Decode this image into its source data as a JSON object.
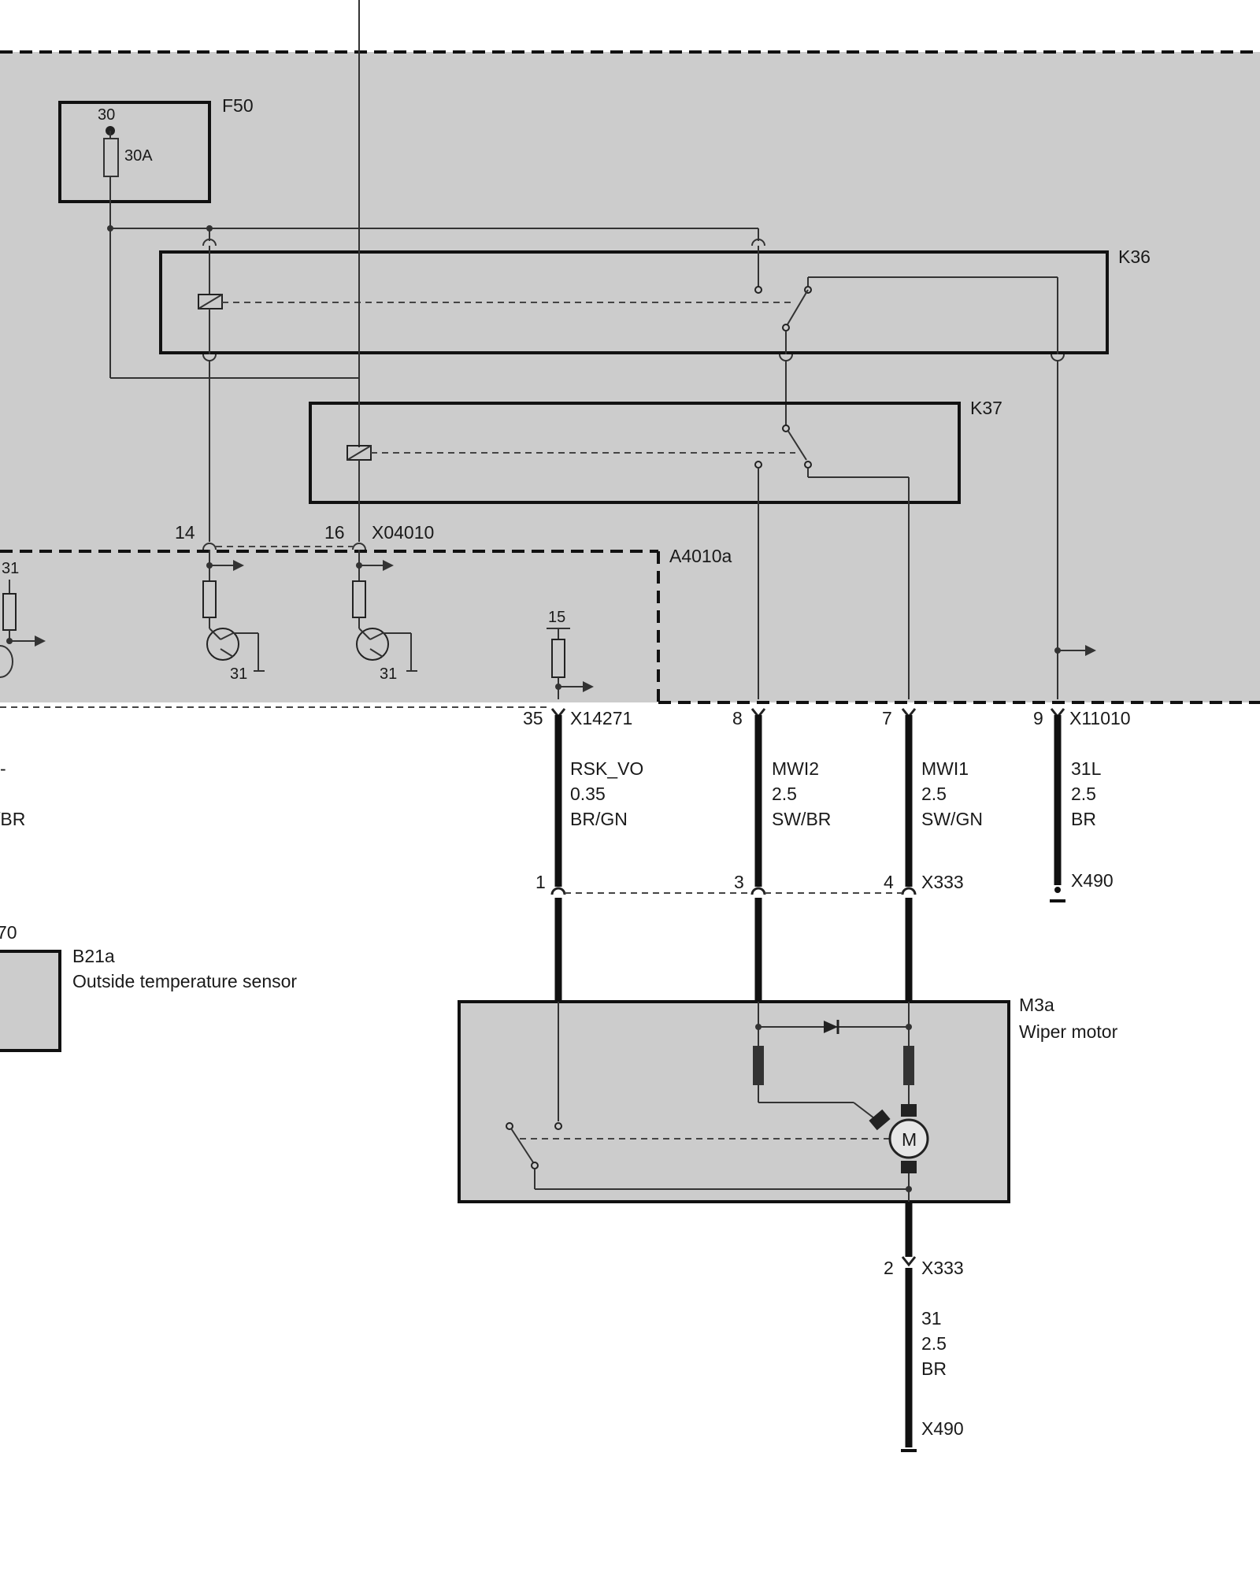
{
  "components": {
    "fuse": {
      "ref": "F50",
      "terminal": "30",
      "rating": "30A"
    },
    "relay_k36": {
      "ref": "K36"
    },
    "relay_k37": {
      "ref": "K37"
    },
    "control_unit": {
      "ref": "A4010a",
      "connector": "X04010",
      "pins": [
        "14",
        "16"
      ],
      "ground_labels": [
        "31",
        "31",
        "31"
      ],
      "supply_label": "15"
    },
    "sensor": {
      "ref": "B21a",
      "name": "Outside temperature sensor",
      "partial_ref": "70",
      "partial_terminal": "31"
    },
    "motor": {
      "ref": "M3a",
      "name": "Wiper motor",
      "symbol": "M"
    }
  },
  "connectors": {
    "x14271": {
      "ref": "X14271",
      "pin": "35"
    },
    "x11010": {
      "ref": "X11010",
      "pin": "9"
    },
    "x333_top": {
      "ref": "X333",
      "pins": [
        "1",
        "3",
        "4"
      ]
    },
    "x333_bottom": {
      "ref": "X333",
      "pin": "2"
    },
    "x490_right": {
      "ref": "X490"
    },
    "x490_bottom": {
      "ref": "X490"
    },
    "pin_8": "8",
    "pin_7": "7"
  },
  "wires": [
    {
      "signal": "RSK_VO",
      "gauge": "0.35",
      "color": "BR/GN"
    },
    {
      "signal": "MWI2",
      "gauge": "2.5",
      "color": "SW/BR"
    },
    {
      "signal": "MWI1",
      "gauge": "2.5",
      "color": "SW/GN"
    },
    {
      "signal": "31L",
      "gauge": "2.5",
      "color": "BR"
    },
    {
      "signal": "31",
      "gauge": "2.5",
      "color": "BR"
    }
  ],
  "partial_wire": {
    "dash": "-",
    "color_fragment": "/BR"
  },
  "colors": {
    "module_fill": "#cccccc",
    "line": "#111111",
    "background": "#ffffff"
  }
}
